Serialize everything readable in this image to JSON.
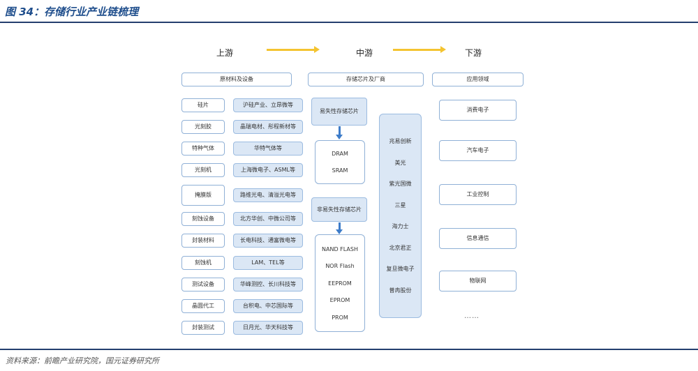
{
  "title": "图 34：存储行业产业链梳理",
  "source": "资料来源：前瞻产业研究院，国元证券研究所",
  "stages": {
    "upstream": "上游",
    "midstream": "中游",
    "downstream": "下游"
  },
  "column_headers": {
    "upstream": "原材料及设备",
    "midstream": "存储芯片及厂商",
    "downstream": "应用领域"
  },
  "upstream_rows": [
    {
      "category": "硅片",
      "companies": "沪硅产业、立昂微等"
    },
    {
      "category": "光刻胶",
      "companies": "晶瑞电材、彤程新材等"
    },
    {
      "category": "特种气体",
      "companies": "华特气体等"
    },
    {
      "category": "光刻机",
      "companies": "上海微电子、ASML等"
    },
    {
      "category": "掩膜版",
      "companies": "路维光电、清溢光电等"
    },
    {
      "category": "刻蚀设备",
      "companies": "北方华创、中微公司等"
    },
    {
      "category": "封装材料",
      "companies": "长电科技、通富微电等"
    },
    {
      "category": "刻蚀机",
      "companies": "LAM、TEL等"
    },
    {
      "category": "测试设备",
      "companies": "华峰测控、长川科技等"
    },
    {
      "category": "晶圆代工",
      "companies": "台积电、中芯国际等"
    },
    {
      "category": "封装测试",
      "companies": "日月光、华天科技等"
    }
  ],
  "midstream": {
    "volatile_title": "易失性存储芯片",
    "volatile_items": [
      "DRAM",
      "SRAM"
    ],
    "nonvolatile_title": "非易失性存储芯片",
    "nonvolatile_items": [
      "NAND FLASH",
      "NOR Flash",
      "EEPROM",
      "EPROM",
      "PROM"
    ],
    "companies": [
      "兆易创新",
      "美光",
      "紫光国微",
      "三星",
      "海力士",
      "北京君正",
      "复旦微电子",
      "普冉股份"
    ]
  },
  "downstream_items": [
    "消费电子",
    "汽车电子",
    "工业控制",
    "信息通信",
    "物联网"
  ],
  "downstream_more": "……"
}
